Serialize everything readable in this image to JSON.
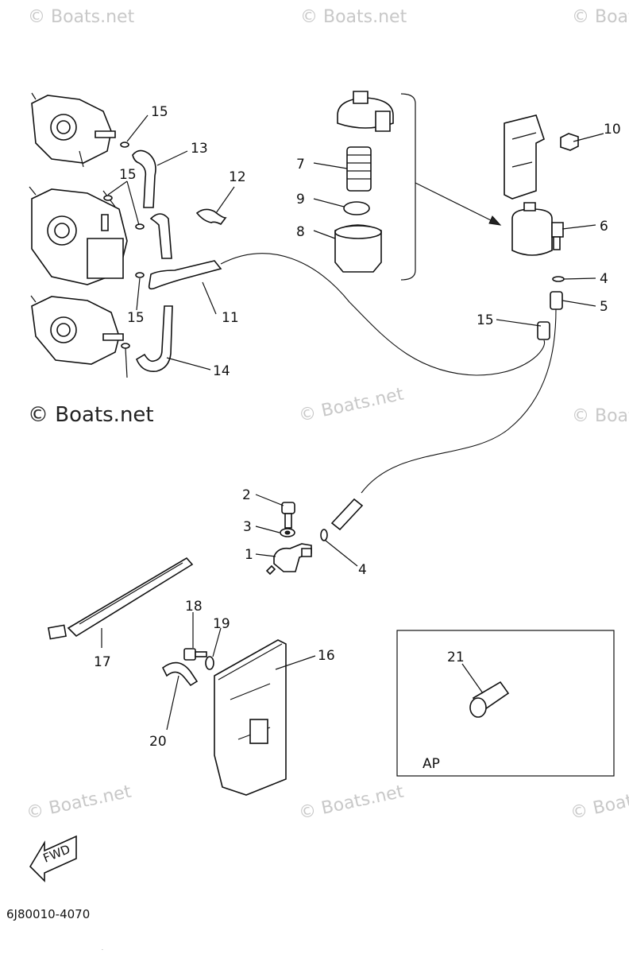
{
  "watermarks": {
    "text": "© Boats.net"
  },
  "callouts": {
    "c1": "1",
    "c2": "2",
    "c3": "3",
    "c4a": "4",
    "c4b": "4",
    "c5": "5",
    "c6": "6",
    "c7": "7",
    "c8": "8",
    "c9": "9",
    "c10": "10",
    "c11": "11",
    "c12": "12",
    "c13": "13",
    "c14": "14",
    "c15a": "15",
    "c15b": "15",
    "c15c": "15",
    "c15d": "15",
    "c16": "16",
    "c17": "17",
    "c18": "18",
    "c19": "19",
    "c20": "20",
    "c21": "21"
  },
  "ap_box": {
    "label": "AP"
  },
  "fwd_arrow": {
    "label": "FWD"
  },
  "diagram_code": "6J80010-4070"
}
